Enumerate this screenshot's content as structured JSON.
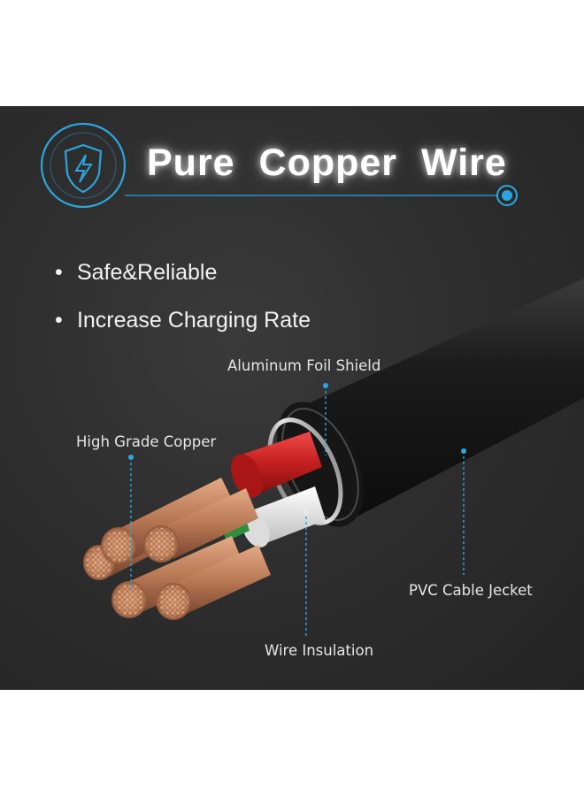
{
  "header": {
    "title": "Pure  Copper  Wire",
    "icon": "shield-lightning-icon"
  },
  "features": [
    {
      "label": "Safe&Reliable"
    },
    {
      "label": "Increase Charging Rate"
    }
  ],
  "callouts": {
    "aluminum_foil": "Aluminum Foil Shield",
    "copper": "High Grade Copper",
    "insulation": "Wire Insulation",
    "jacket": "PVC Cable Jecket"
  },
  "colors": {
    "accent": "#2aa7e0",
    "background": "#2e2e2e",
    "copper": "#c98a63",
    "red_insulation": "#c41f1f",
    "white_insulation": "#e9e9e9",
    "green_insulation": "#2f8f3a"
  }
}
